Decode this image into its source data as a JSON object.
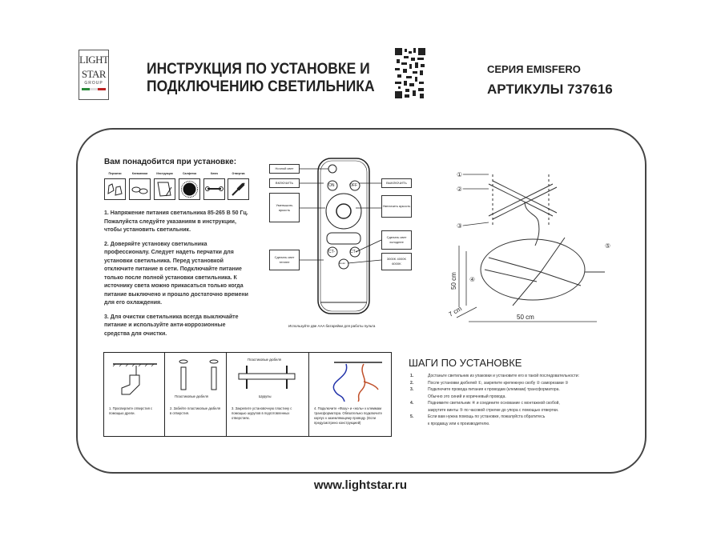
{
  "header": {
    "logo": {
      "line1": "LIGHT",
      "line2": "STAR",
      "line3": "GROUP"
    },
    "title_line1": "ИНСТРУКЦИЯ ПО УСТАНОВКЕ И",
    "title_line2": "ПОДКЛЮЧЕНИЮ СВЕТИЛЬНИКА",
    "series": "СЕРИЯ EMISFERO",
    "article": "АРТИКУЛЫ 737616"
  },
  "needs": {
    "title": "Вам понадобится при установке:",
    "tools": [
      "Перчатки",
      "Клеммники",
      "Инструкция",
      "Салфетка",
      "Ключ",
      "Отвертка"
    ]
  },
  "paragraphs": [
    "1. Напряжение питания светильника 85-265 В 50 Гц. Пожалуйста следуйте указаниям в инструкции, чтобы установить светильник.",
    "2. Доверяйте установку светильника профессионалу. Следует надеть перчатки для установки светильника. Перед установкой отключите питание в сети. Подключайте питание только после полной установки светильника. К источнику света можно прикасаться только когда питание выключено и прошло достаточно времени для его охлаждения.",
    "3. Для очистки светильника всегда выключайте питание и используйте анти-коррозионные средства для очистки."
  ],
  "remote": {
    "night": "Ночной свет",
    "on": "ВКЛЮЧИТЬ",
    "off": "ВЫКЛЮЧИТЬ",
    "dim_down": "Уменьшить яркость",
    "dim_up": "Увеличить яркость",
    "cold": "Сделать свет холоднее",
    "warm": "Сделать свет теплее",
    "temps": "3000K 4000K 6000K",
    "btn_on": "ON",
    "btn_off": "OFF",
    "btn_ct_minus": "CT-",
    "btn_ct_plus": "CT+",
    "btn_mode": "3color",
    "caption": "Используйте две AAA батарейки для работы пульта"
  },
  "diagram": {
    "height": "50 cm",
    "depth": "7 cm",
    "width": "50 cm",
    "markers": [
      "①",
      "②",
      "③",
      "④",
      "⑤"
    ]
  },
  "install_table": [
    {
      "text": "1. Просверлите отверстия с помощью дрели."
    },
    {
      "label": "Пластиковые дюбеля",
      "text": "2. Забейте пластиковые дюбеля в отверстия."
    },
    {
      "label_top": "Пластиковые дюбеля",
      "label": "Шурупы",
      "text": "3. Закрепите установочную пластину с помощью шурупов в подготовленных отверстиях."
    },
    {
      "text": "4. Подключите «Фазу» и «ноль» к клеммам трансформатора. Обязательно подключите корпус к заземляющему проводу. (Если предусмотрено конструкцией)"
    }
  ],
  "steps": {
    "title": "ШАГИ ПО УСТАНОВКЕ",
    "items": [
      {
        "n": "1.",
        "t": "Достаньте светильник из упаковки и установите его в такой последовательности:"
      },
      {
        "n": "2.",
        "t": "После установки дюбелей ①, закрепите крепежную скобу ② саморезами ③"
      },
      {
        "n": "3.",
        "t": "Подключите провода питания к проводам (клеммам) трансформатора."
      },
      {
        "n": "",
        "t": "Обычно это синий и коричневый провода."
      },
      {
        "n": "4.",
        "t": "Поднимите светильник ④ и соедините основание с монтажной скобой,"
      },
      {
        "n": "",
        "t": "закрутите винты ⑤ по часовой стрелке до упора с помощью отвертки."
      },
      {
        "n": "5.",
        "t": "Если вам нужна помощь по установке, пожалуйста обратитесь"
      },
      {
        "n": "",
        "t": "к продавцу или к производителю."
      }
    ]
  },
  "footer": {
    "site": "www.lightstar.ru"
  }
}
